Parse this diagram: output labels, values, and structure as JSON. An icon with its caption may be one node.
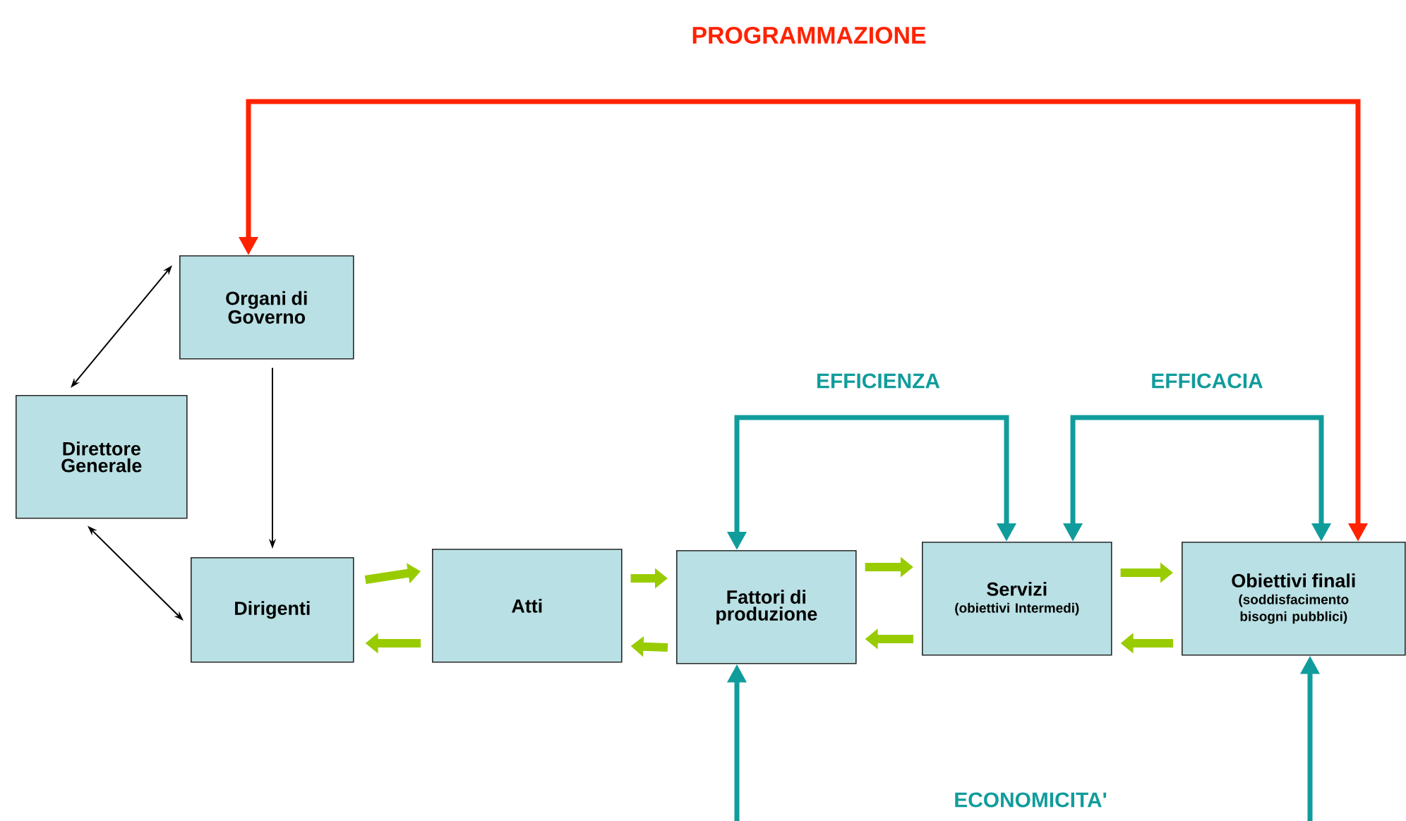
{
  "diagram": {
    "nodes": [
      {
        "text": [
          "Organi di Governo"
        ]
      },
      {
        "text": [
          "Direttore Generale"
        ]
      },
      {
        "text": [
          "Dirigenti"
        ]
      },
      {
        "text": [
          "Atti"
        ]
      },
      {
        "text": [
          "Fattori di produzione"
        ]
      },
      {
        "text": [
          "Servizi",
          "(obiettivi Intermedi)"
        ]
      },
      {
        "text": [
          "Obiettivi finali",
          "(soddisfacimento bisogni pubblici)"
        ]
      }
    ],
    "edges": [
      {
        "from": 0,
        "to": 6,
        "arrow": "both",
        "label": "PROGRAMMAZIONE",
        "color": "#ff2200"
      },
      {
        "from": 0,
        "to": 1,
        "arrow": "both",
        "color": "#000000"
      },
      {
        "from": 0,
        "to": 2,
        "arrow": "to",
        "color": "#000000"
      },
      {
        "from": 1,
        "to": 2,
        "arrow": "both",
        "color": "#000000"
      },
      {
        "from": 2,
        "to": 3,
        "arrow": "to"
      },
      {
        "from": 3,
        "to": 2,
        "arrow": "to"
      },
      {
        "from": 3,
        "to": 4,
        "arrow": "to"
      },
      {
        "from": 4,
        "to": 3,
        "arrow": "to"
      },
      {
        "from": 4,
        "to": 5,
        "arrow": "to"
      },
      {
        "from": 5,
        "to": 4,
        "arrow": "to"
      },
      {
        "from": 5,
        "to": 6,
        "arrow": "to"
      },
      {
        "from": 6,
        "to": 5,
        "arrow": "to"
      },
      {
        "from": 4,
        "to": 5,
        "arrow": "both",
        "label": "EFFICIENZA",
        "color": "#119c9c"
      },
      {
        "from": 5,
        "to": 6,
        "arrow": "both",
        "label": "EFFICACIA",
        "color": "#119c9c"
      },
      {
        "from": null,
        "to": 4,
        "arrow": "to",
        "color": "#119c9c"
      },
      {
        "from": null,
        "to": 6,
        "arrow": "to",
        "color": "#119c9c"
      }
    ],
    "labels": [
      "ECONOMICITA'"
    ]
  }
}
